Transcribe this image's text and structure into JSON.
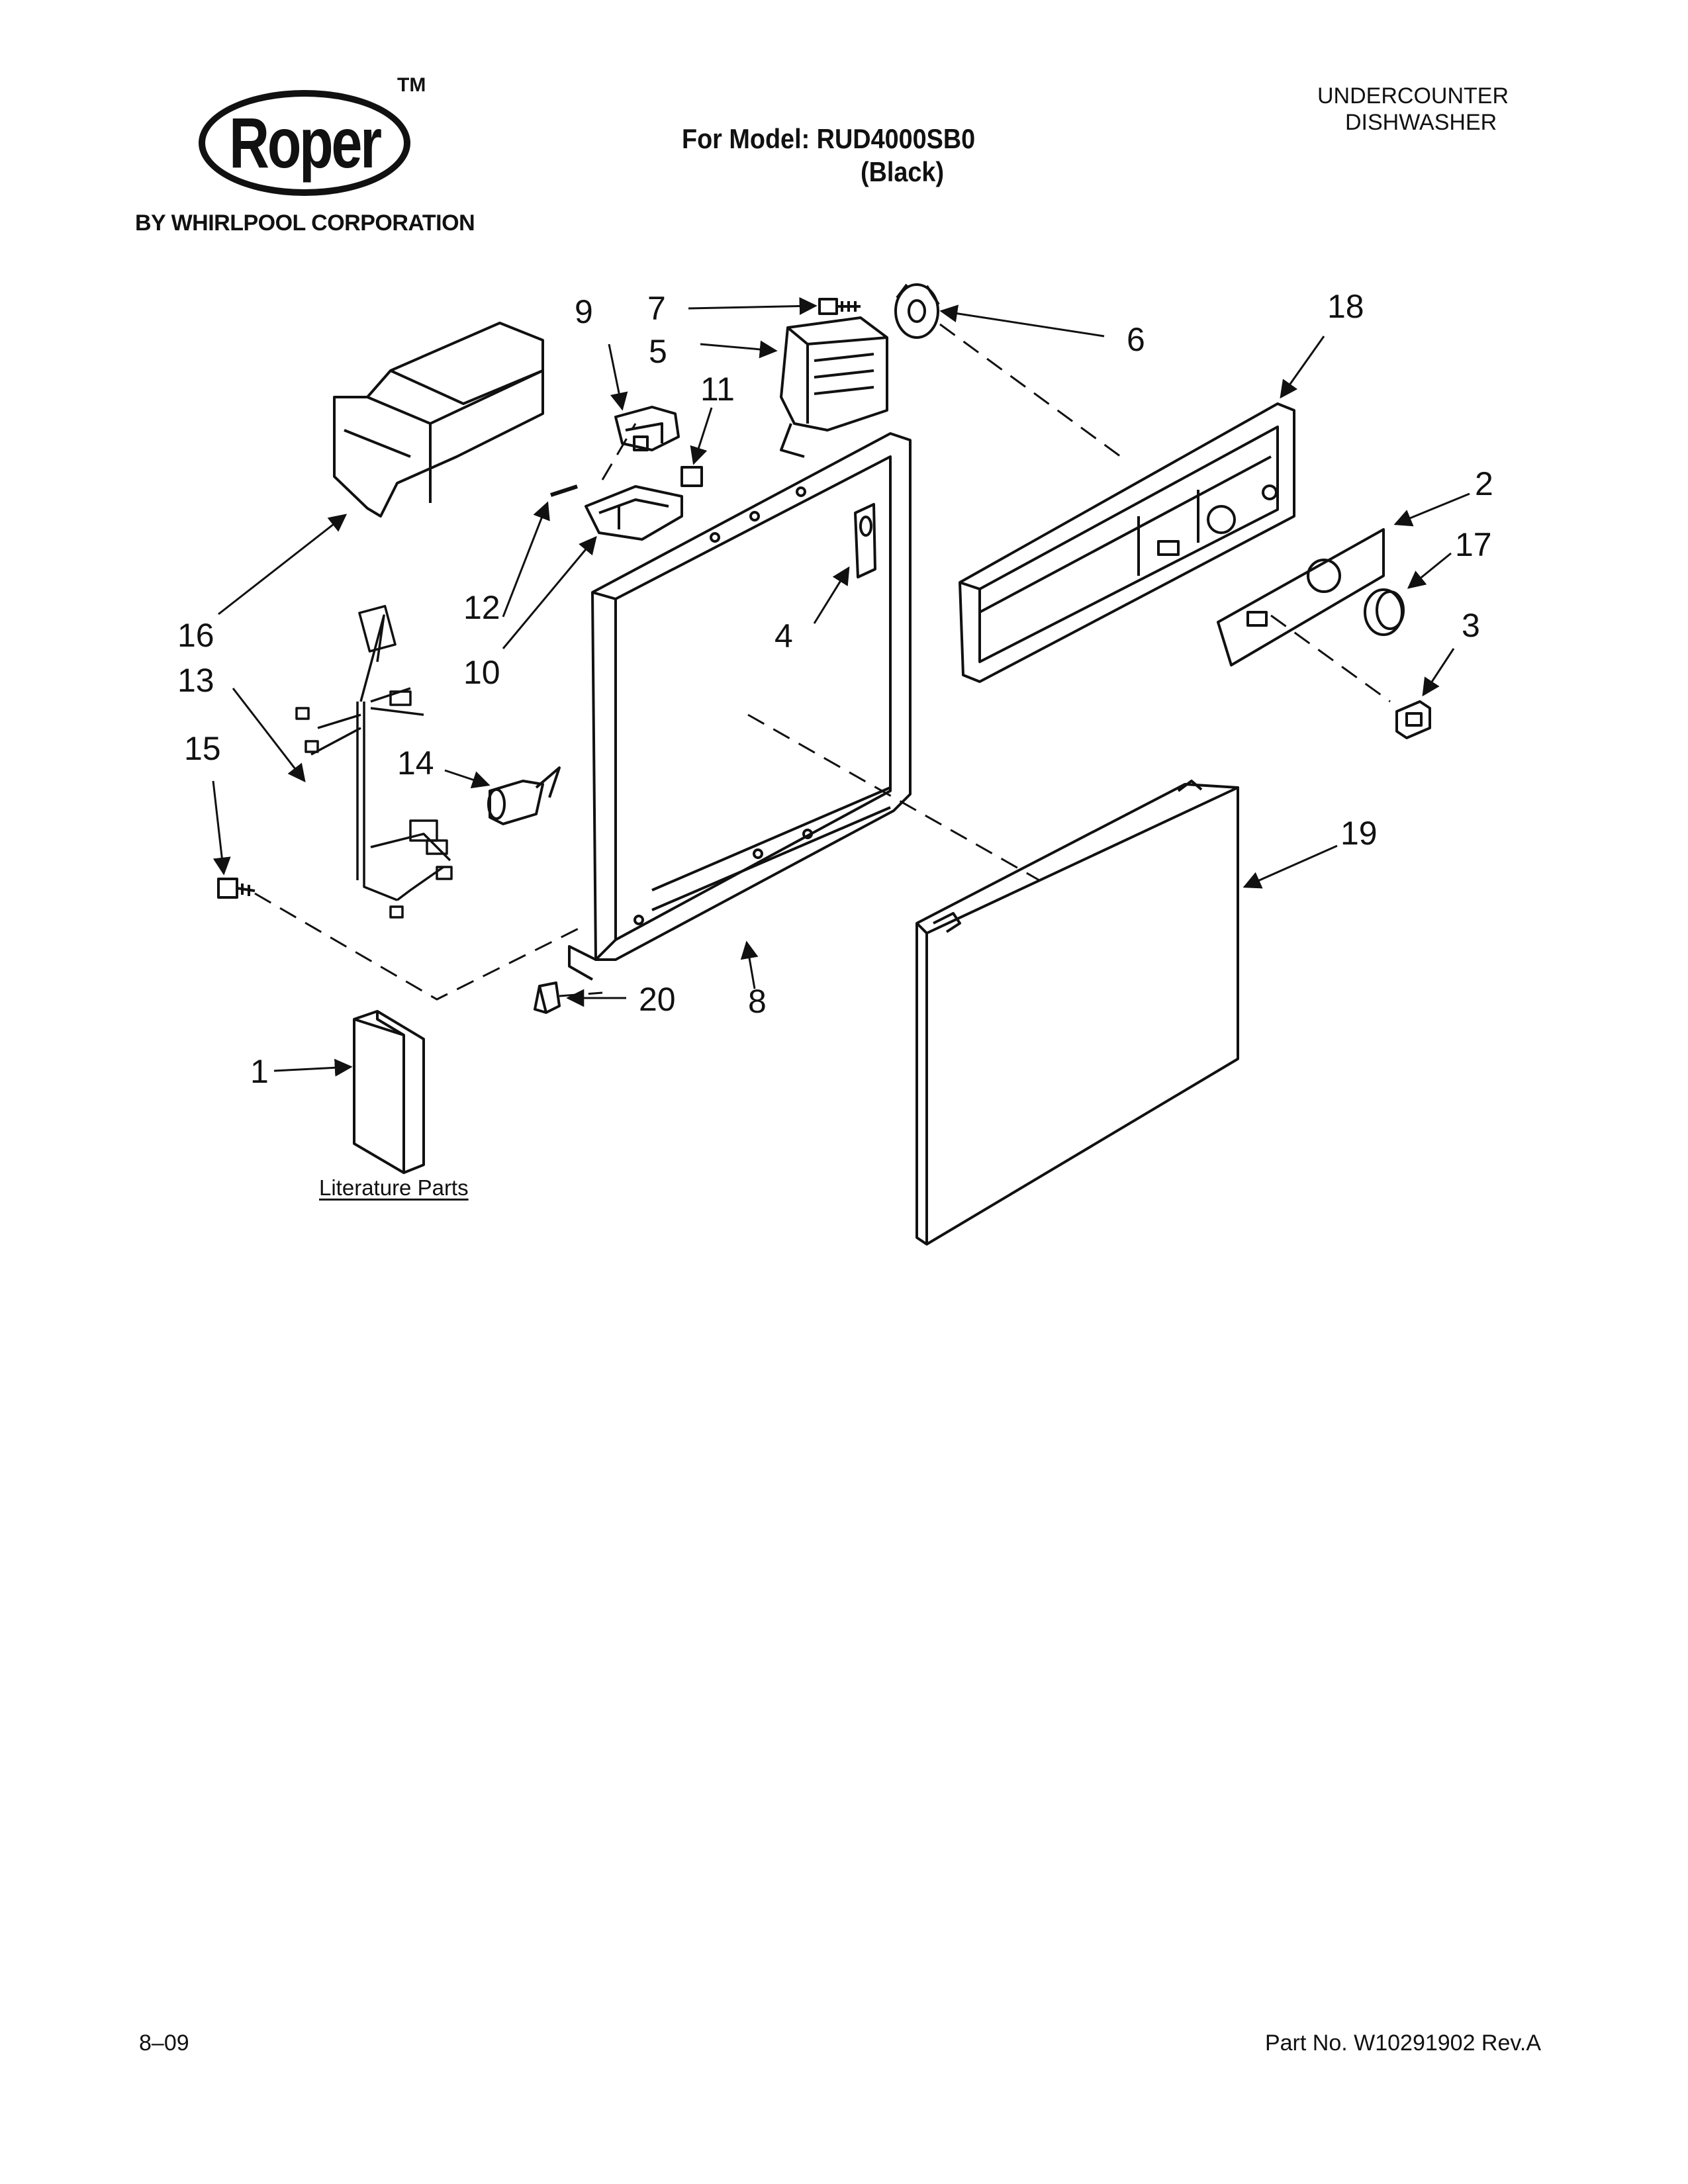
{
  "header": {
    "brand": "Roper",
    "trademark": "TM",
    "byline": "BY WHIRLPOOL CORPORATION",
    "model_line": "For Model: RUD4000SB0",
    "color_line": "(Black)",
    "product_type_line1": "UNDERCOUNTER",
    "product_type_line2": "DISHWASHER"
  },
  "diagram": {
    "callouts": [
      "1",
      "2",
      "3",
      "4",
      "5",
      "6",
      "7",
      "8",
      "9",
      "10",
      "11",
      "12",
      "13",
      "14",
      "15",
      "16",
      "17",
      "18",
      "19",
      "20"
    ],
    "literature_label": "Literature Parts"
  },
  "footer": {
    "date": "8–09",
    "part_number": "Part No. W10291902 Rev.A"
  }
}
